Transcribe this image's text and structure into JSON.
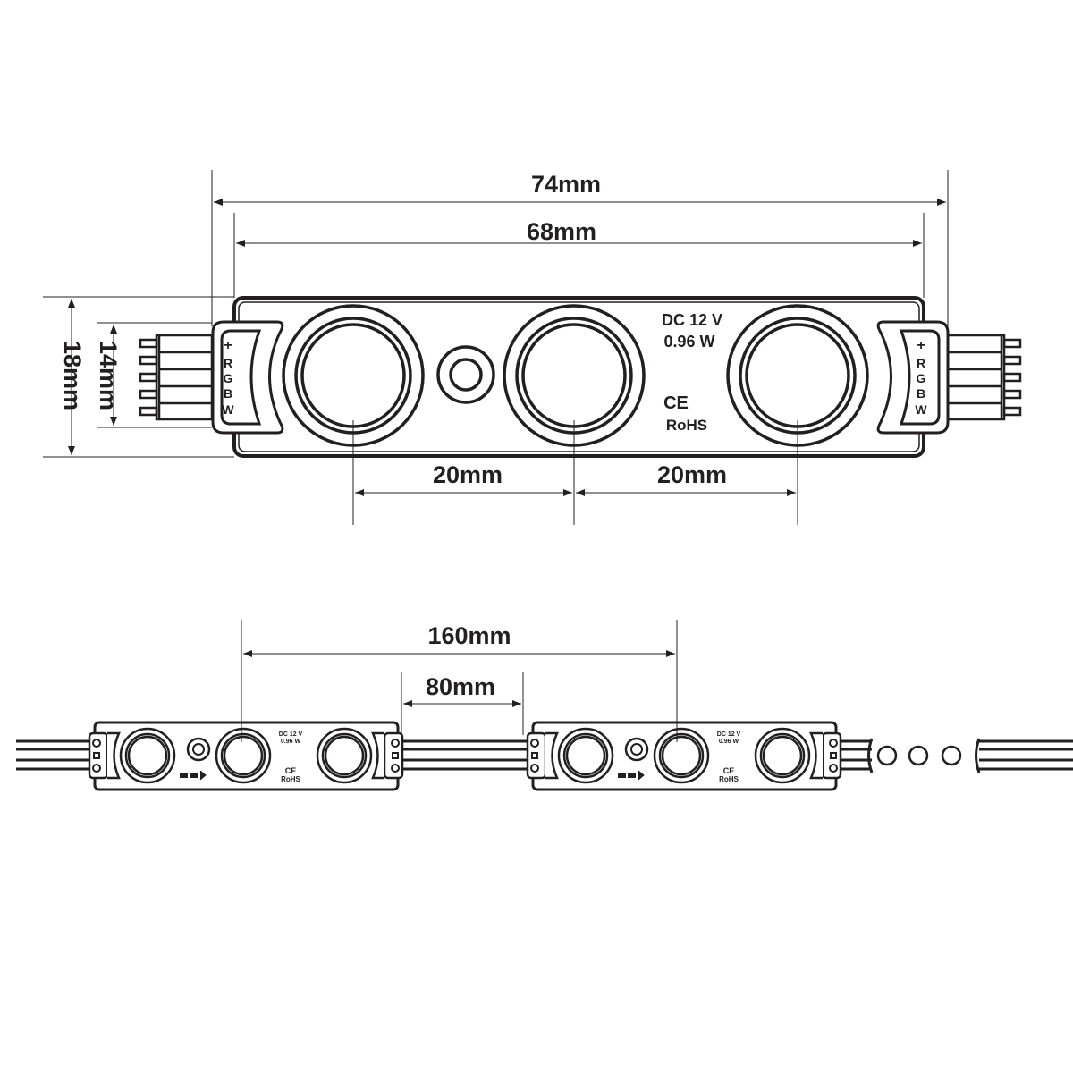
{
  "dimensions": {
    "total_length": "74mm",
    "body_length": "68mm",
    "total_height": "18mm",
    "connector_height": "14mm",
    "lens_pitch_left": "20mm",
    "lens_pitch_right": "20mm",
    "module_pitch": "160mm",
    "module_gap": "80mm"
  },
  "module_labels": {
    "voltage": "DC 12 V",
    "power": "0.96 W",
    "ce_mark": "CE",
    "rohs": "RoHS"
  },
  "connector_pins": [
    "+",
    "R",
    "G",
    "B",
    "W"
  ],
  "colors": {
    "line": "#231f20",
    "background": "#ffffff"
  }
}
